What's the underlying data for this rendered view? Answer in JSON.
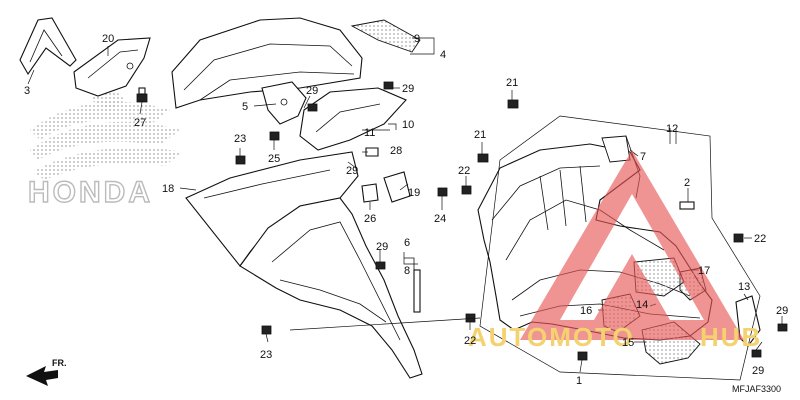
{
  "diagram": {
    "brand_watermark": "HONDA",
    "overlay_watermark_a": "AUTOMOTO",
    "overlay_watermark_b": "HUB",
    "direction_label": "FR.",
    "diagram_code": "MFJAF3300",
    "colors": {
      "line": "#111111",
      "watermark_red": "#e85555",
      "watermark_yellow": "#f3d26f",
      "honda_gray": "#bbbbbb"
    },
    "callouts": {
      "c1": "1",
      "c2": "2",
      "c3": "3",
      "c4": "4",
      "c5": "5",
      "c6": "6",
      "c7": "7",
      "c8": "8",
      "c9": "9",
      "c10": "10",
      "c11": "11",
      "c12": "12",
      "c13": "13",
      "c14": "14",
      "c15": "15",
      "c16": "16",
      "c17": "17",
      "c18": "18",
      "c19": "19",
      "c20": "20",
      "c21a": "21",
      "c21b": "21",
      "c22a": "22",
      "c22b": "22",
      "c22c": "22",
      "c23a": "23",
      "c23b": "23",
      "c24": "24",
      "c25": "25",
      "c26": "26",
      "c27": "27",
      "c28": "28",
      "c29a": "29",
      "c29b": "29",
      "c29c": "29",
      "c29d": "29",
      "c29e": "29"
    }
  }
}
